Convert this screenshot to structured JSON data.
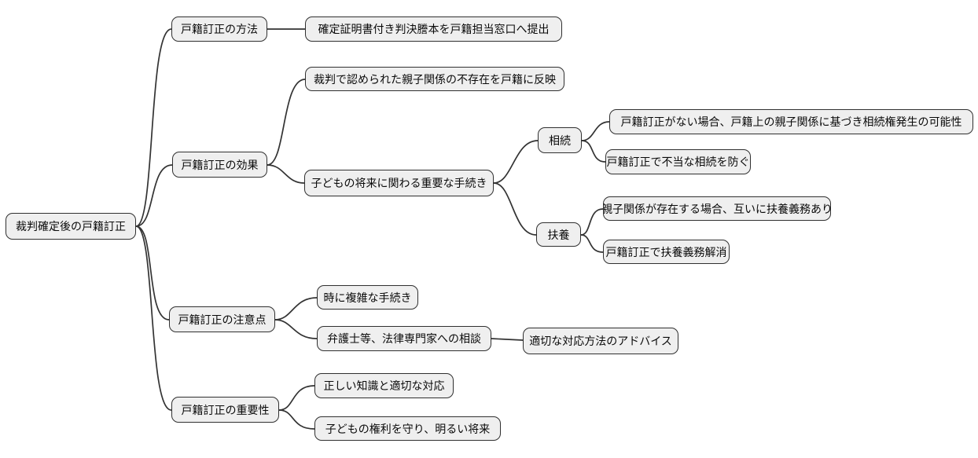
{
  "diagram_type": "mindmap",
  "colors": {
    "background": "#ffffff",
    "node_fill": "#efefef",
    "node_border": "#303030",
    "edge": "#333333",
    "text": "#0a0a0a"
  },
  "mindmap": {
    "root": {
      "label": "裁判確定後の戸籍訂正",
      "children": [
        {
          "label": "戸籍訂正の方法",
          "children": [
            {
              "label": "確定証明書付き判決謄本を戸籍担当窓口へ提出",
              "children": []
            }
          ]
        },
        {
          "label": "戸籍訂正の効果",
          "children": [
            {
              "label": "裁判で認められた親子関係の不存在を戸籍に反映",
              "children": []
            },
            {
              "label": "子どもの将来に関わる重要な手続き",
              "children": [
                {
                  "label": "相続",
                  "children": [
                    {
                      "label": "戸籍訂正がない場合、戸籍上の親子関係に基づき相続権発生の可能性",
                      "children": []
                    },
                    {
                      "label": "戸籍訂正で不当な相続を防ぐ",
                      "children": []
                    }
                  ]
                },
                {
                  "label": "扶養",
                  "children": [
                    {
                      "label": "親子関係が存在する場合、互いに扶養義務あり",
                      "children": []
                    },
                    {
                      "label": "戸籍訂正で扶養義務解消",
                      "children": []
                    }
                  ]
                }
              ]
            }
          ]
        },
        {
          "label": "戸籍訂正の注意点",
          "children": [
            {
              "label": "時に複雑な手続き",
              "children": []
            },
            {
              "label": "弁護士等、法律専門家への相談",
              "children": [
                {
                  "label": "適切な対応方法のアドバイス",
                  "children": []
                }
              ]
            }
          ]
        },
        {
          "label": "戸籍訂正の重要性",
          "children": [
            {
              "label": "正しい知識と適切な対応",
              "children": []
            },
            {
              "label": "子どもの権利を守り、明るい将来",
              "children": []
            }
          ]
        }
      ]
    }
  }
}
